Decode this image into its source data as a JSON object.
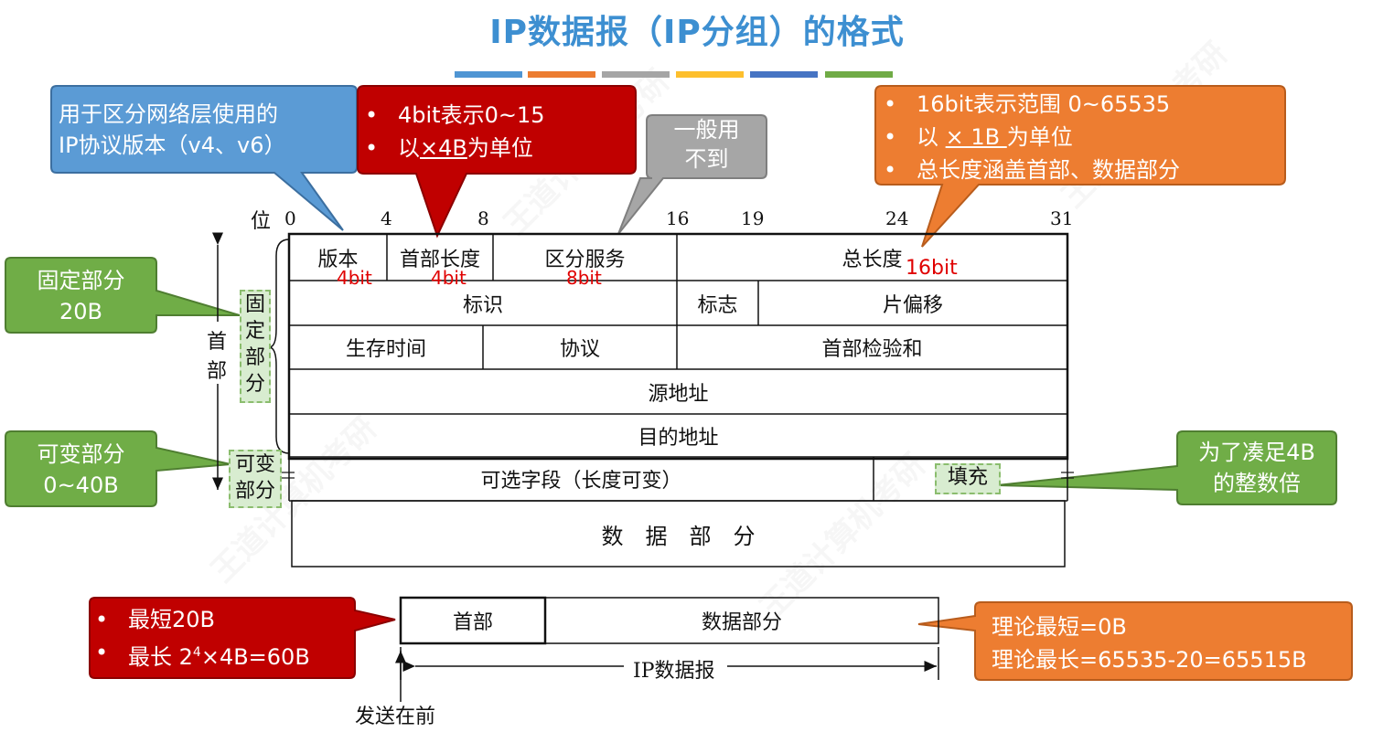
{
  "title": "IP数据报（IP分组）的格式",
  "title_bar_colors": [
    "#4f95d3",
    "#ec7c30",
    "#a5a5a5",
    "#fdbf2d",
    "#4674c3",
    "#70ab46"
  ],
  "bit_axis": {
    "prefix": "位",
    "ticks": [
      "0",
      "4",
      "8",
      "16",
      "19",
      "24",
      "31"
    ]
  },
  "header": {
    "row1": {
      "version": "版本",
      "ihl": "首部长度",
      "tos": "区分服务",
      "total_len": "总长度"
    },
    "row2": {
      "ident": "标识",
      "flags": "标志",
      "frag": "片偏移"
    },
    "row3": {
      "ttl": "生存时间",
      "proto": "协议",
      "checksum": "首部检验和"
    },
    "src": "源地址",
    "dst": "目的地址",
    "options": "可选字段（长度可变）",
    "padding": "填充",
    "data": "数　据　部　分"
  },
  "bit_labels": {
    "version": "4bit",
    "ihl": "4bit",
    "tos": "8bit",
    "total_len": "16bit"
  },
  "side": {
    "header_label": [
      "首",
      "部"
    ],
    "fixed_tag": [
      "固",
      "定",
      "部",
      "分"
    ],
    "var_tag": [
      "可变",
      "部分"
    ]
  },
  "callouts": {
    "version": [
      "用于区分网络层使用的",
      "IP协议版本（v4、v6）"
    ],
    "ihl": {
      "b1": "4bit表示0~15",
      "b2_pre": "以",
      "b2_u": "×4B",
      "b2_post": "为单位"
    },
    "tos": [
      "一般用",
      "不到"
    ],
    "total": {
      "b1": "16bit表示范围 0~65535",
      "b2_pre": "以 ",
      "b2_u": "× 1B ",
      "b2_post": "为单位",
      "b3": "总长度涵盖首部、数据部分"
    },
    "fixed": [
      "固定部分",
      "20B"
    ],
    "variable": [
      "可变部分",
      "0~40B"
    ],
    "padding": [
      "为了凑足4B",
      "的整数倍"
    ],
    "min_max": {
      "b1": "最短20B",
      "b2_pre": "最长 2",
      "b2_sup": "4",
      "b2_post": "×4B=60B"
    },
    "theory": [
      "理论最短=0B",
      "理论最长=65535-20=65515B"
    ]
  },
  "datagram": {
    "header": "首部",
    "data": "数据部分",
    "label": "IP数据报",
    "send_first": "发送在前"
  }
}
